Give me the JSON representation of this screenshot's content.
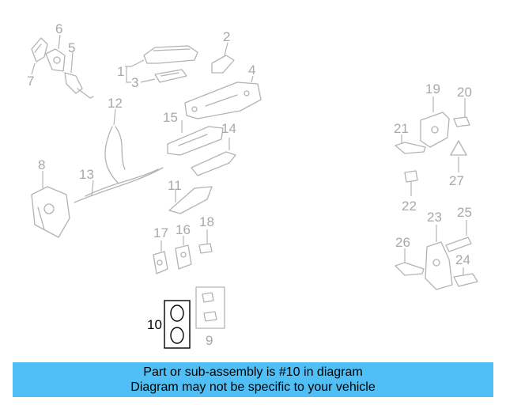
{
  "diagram": {
    "callouts": [
      "1",
      "2",
      "3",
      "4",
      "5",
      "6",
      "7",
      "8",
      "9",
      "10",
      "11",
      "12",
      "13",
      "14",
      "15",
      "16",
      "17",
      "18",
      "19",
      "20",
      "21",
      "22",
      "23",
      "24",
      "25",
      "26",
      "27"
    ],
    "highlighted_part": "10",
    "colors": {
      "parts": "#b3b3b3",
      "labels": "#a8a8a8",
      "highlight": "#000000",
      "banner": "#50bff5"
    }
  },
  "banner": {
    "line1": "Part or sub-assembly is #10 in diagram",
    "line2": "Diagram may not be specific to your vehicle"
  }
}
